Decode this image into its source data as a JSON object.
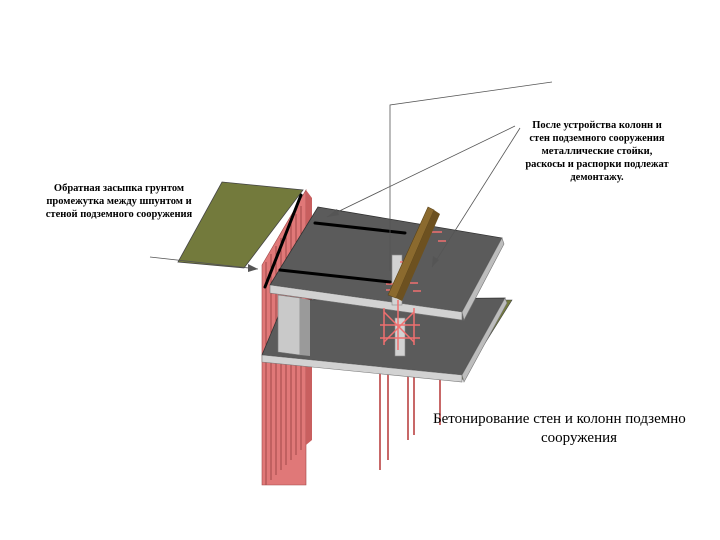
{
  "annotations": {
    "left_note": "Обратная засыпка грунтом промежутка между шпунтом и стеной подземного сооружения",
    "right_note": "После устройства колонн и стен подземного сооружения металлические стойки, раскосы и распорки подлежат демонтажу.",
    "caption_line1": "Бетонирование стен и колонн подземно",
    "caption_line2": "сооружения"
  },
  "colors": {
    "sheet_piles": "#e07878",
    "soil": "#737a3c",
    "slab_top": "#5b5b5b",
    "concrete_side": "#d2d2d2",
    "timber": "#8b6a2e",
    "bracing": "#f07070",
    "strut": "#000000",
    "leader": "#555555"
  }
}
